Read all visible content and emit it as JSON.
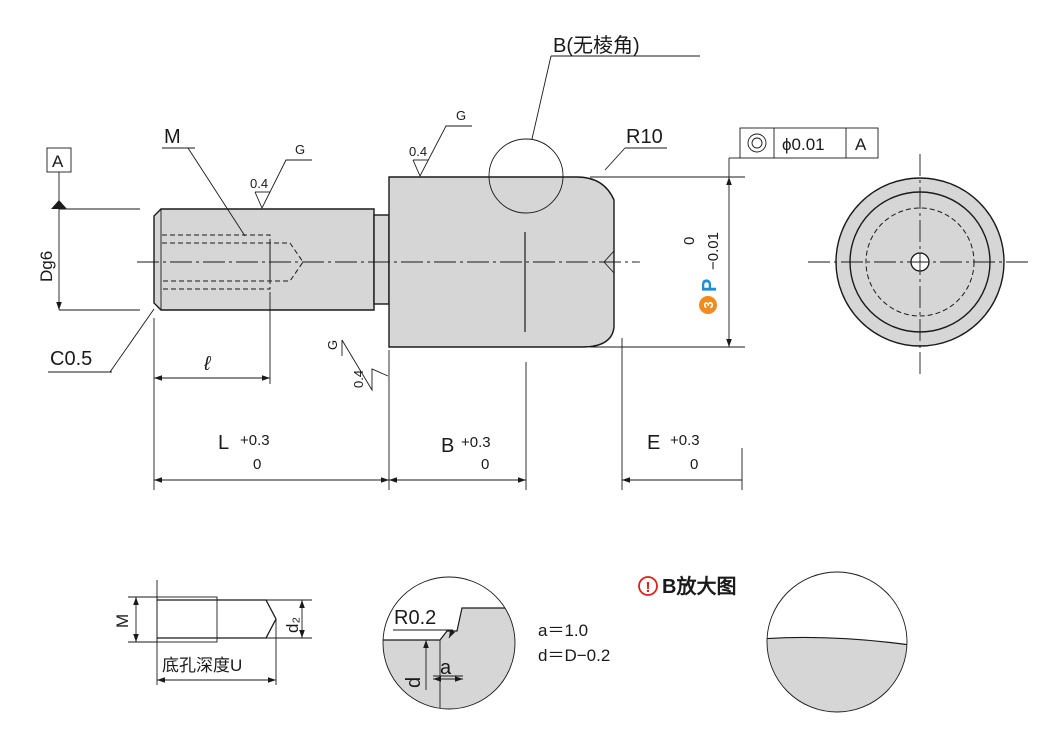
{
  "main_view": {
    "datum_letter": "A",
    "thread_label": "M",
    "dim_diameter": "Dg6",
    "chamfer": "C0.5",
    "thread_length": "ℓ",
    "radius": "R10",
    "roughness_value": "0.4",
    "roughness_grind": "G",
    "detail_callout": "B(无棱角)"
  },
  "tolerance_frame": {
    "symbol": "◎",
    "value": "ϕ0.01",
    "datum": "A"
  },
  "dimension_p": {
    "badge": "3",
    "label": "P",
    "upper": "0",
    "lower": "−0.01",
    "badge_color": "#f08c1e",
    "label_color": "#1e8fd6"
  },
  "dimensions": [
    {
      "name": "L",
      "upper": "+0.3",
      "lower": "0"
    },
    {
      "name": "B",
      "upper": "+0.3",
      "lower": "0"
    },
    {
      "name": "E",
      "upper": "+0.3",
      "lower": "0"
    }
  ],
  "tap_detail": {
    "m_label": "M",
    "d2_label": "d₂",
    "depth_label": "底孔深度U"
  },
  "undercut_detail": {
    "radius": "R0.2",
    "d_label": "d",
    "a_label": "a",
    "formula_a": "a＝1.0",
    "formula_d": "d＝D−0.2"
  },
  "b_detail": {
    "title": "B放大图",
    "icon_color": "#e0201c"
  }
}
